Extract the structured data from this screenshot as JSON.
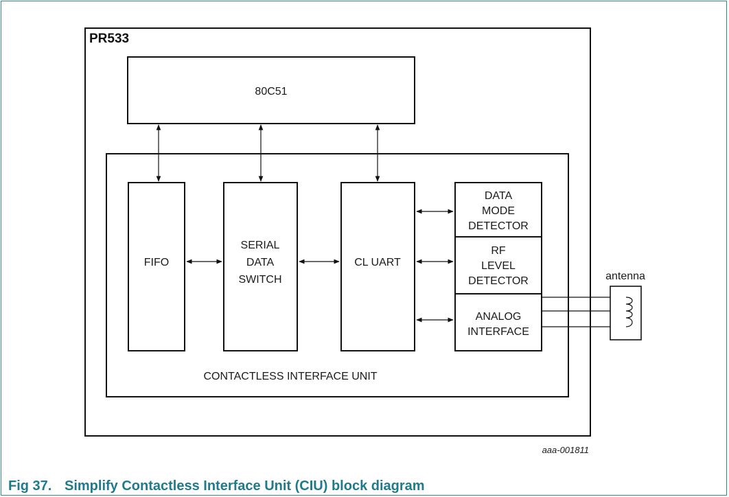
{
  "diagram": {
    "chip_title": "PR533",
    "cpu_label": "80C51",
    "ciu_label": "CONTACTLESS INTERFACE UNIT",
    "blocks": {
      "fifo": [
        "FIFO"
      ],
      "serial_data_switch": [
        "SERIAL",
        "DATA",
        "SWITCH"
      ],
      "cl_uart": [
        "CL UART"
      ],
      "data_mode_detector": [
        "DATA",
        "MODE",
        "DETECTOR"
      ],
      "rf_level_detector": [
        "RF",
        "LEVEL",
        "DETECTOR"
      ],
      "analog_interface": [
        "ANALOG",
        "INTERFACE"
      ]
    },
    "antenna_label": "antenna",
    "figure_ref": "aaa-001811"
  },
  "caption": {
    "number": "Fig 37.",
    "text": "Simplify Contactless Interface Unit (CIU) block diagram"
  },
  "colors": {
    "frame": "#2e8b8b",
    "caption": "#1f7a8c",
    "lines": "#111111"
  }
}
